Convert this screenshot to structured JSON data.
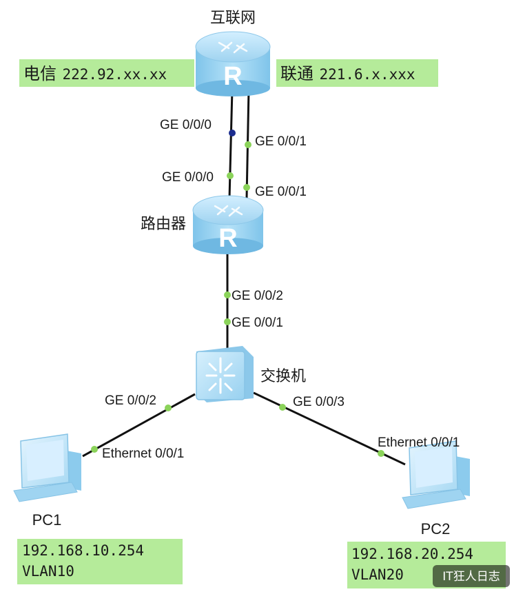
{
  "devices": {
    "internet_router": {
      "label": "互联网"
    },
    "router": {
      "label": "路由器"
    },
    "switch": {
      "label": "交换机"
    },
    "pc1": {
      "label": "PC1"
    },
    "pc2": {
      "label": "PC2"
    }
  },
  "isp": {
    "telecom": {
      "name": "电信",
      "ip": "222.92.xx.xx"
    },
    "unicom": {
      "name": "联通",
      "ip": "221.6.x.xxx"
    }
  },
  "ports": {
    "inet_ge000": "GE 0/0/0",
    "inet_ge001": "GE 0/0/1",
    "router_ge000": "GE 0/0/0",
    "router_ge001": "GE 0/0/1",
    "router_ge002": "GE 0/0/2",
    "switch_ge001": "GE 0/0/1",
    "switch_ge002": "GE 0/0/2",
    "switch_ge003": "GE 0/0/3",
    "pc1_eth": "Ethernet 0/0/1",
    "pc2_eth": "Ethernet 0/0/1"
  },
  "info": {
    "pc1": {
      "ip": "192.168.10.254",
      "vlan": "VLAN10"
    },
    "pc2": {
      "ip": "192.168.20.254",
      "vlan": "VLAN20"
    }
  },
  "watermark": "IT狂人日志",
  "colors": {
    "device_blue": "#a9dcf3",
    "highlight_green": "#b5eb9a",
    "port_green": "#8bd35a",
    "port_blue": "#1c2d8f",
    "link": "#111111"
  }
}
